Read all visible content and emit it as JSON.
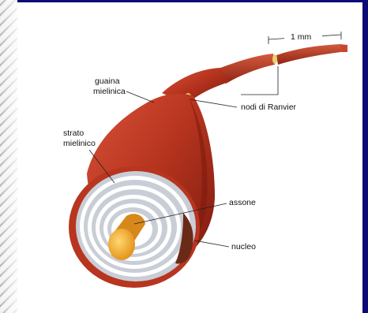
{
  "diagram": {
    "labels": {
      "scale": "1 mm",
      "myelin_sheath": [
        "guaina",
        "mielinica"
      ],
      "nodes": "nodi di Ranvier",
      "myelin_layer": [
        "strato",
        "mielinico"
      ],
      "axon": "assone",
      "nucleus": "nucleo"
    },
    "colors": {
      "background_frame": "#0c0a78",
      "sheath": "#b8351f",
      "sheath_dark": "#7a1a0e",
      "axon": "#f0a020",
      "layer_light": "#ffffff",
      "layer_gray": "#c9ced6"
    }
  }
}
